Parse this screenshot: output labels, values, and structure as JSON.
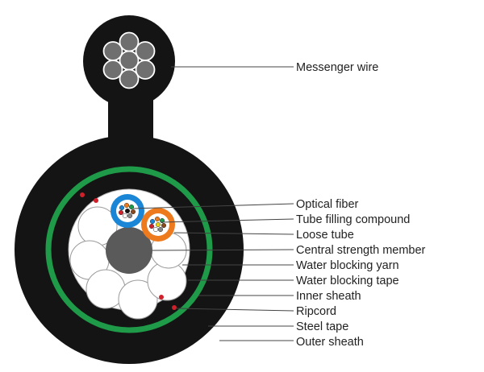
{
  "labels": {
    "messenger_wire": "Messenger wire",
    "optical_fiber": "Optical fiber",
    "tube_filling_compound": "Tube filling compound",
    "loose_tube": "Loose tube",
    "central_strength_member": "Central strength member",
    "water_blocking_yarn": "Water blocking yarn",
    "water_blocking_tape": "Water blocking tape",
    "inner_sheath": "Inner sheath",
    "ripcord": "Ripcord",
    "steel_tape": "Steel tape",
    "outer_sheath": "Outer sheath"
  },
  "colors": {
    "sheath": "#141414",
    "steel_tape": "#1e9a48",
    "ripcord": "#d0202a",
    "loose_tube_blue": "#1b86d6",
    "loose_tube_orange": "#ee7a1e",
    "strength_member": "#5a5a5a",
    "wire_strand": "#6f6f6f"
  }
}
